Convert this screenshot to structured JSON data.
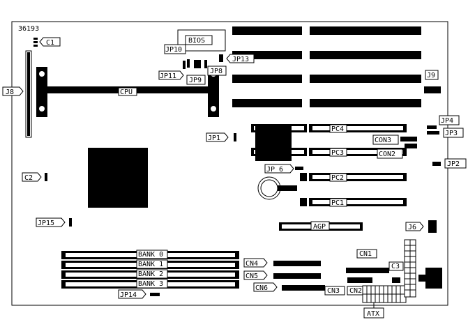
{
  "board_id": "36193",
  "labels": {
    "c1": "C1",
    "c2": "C2",
    "c3": "C3",
    "bios": "BIOS",
    "cpu": "CPU",
    "agp": "AGP",
    "atx": "ATX",
    "jp1": "JP1",
    "jp2": "JP2",
    "jp3": "JP3",
    "jp4": "JP4",
    "jp6": "JP 6",
    "jp8": "JP8",
    "jp9": "JP9",
    "jp10": "JP10",
    "jp11": "JP11",
    "jp13": "JP13",
    "jp14": "JP14",
    "jp15": "JP15",
    "j6": "J6",
    "j8": "J8",
    "j9": "J9",
    "pc1": "PC1",
    "pc2": "PC2",
    "pc3": "PC3",
    "pc4": "PC4",
    "con2": "CON2",
    "con3": "CON3",
    "cn1": "CN1",
    "cn2": "CN2",
    "cn3": "CN3",
    "cn4": "CN4",
    "cn5": "CN5",
    "cn6": "CN6",
    "bank0": "BANK 0",
    "bank1": "BANK 1",
    "bank2": "BANK 2",
    "bank3": "BANK 3"
  },
  "colors": {
    "ink": "#000000",
    "paper": "#ffffff"
  }
}
